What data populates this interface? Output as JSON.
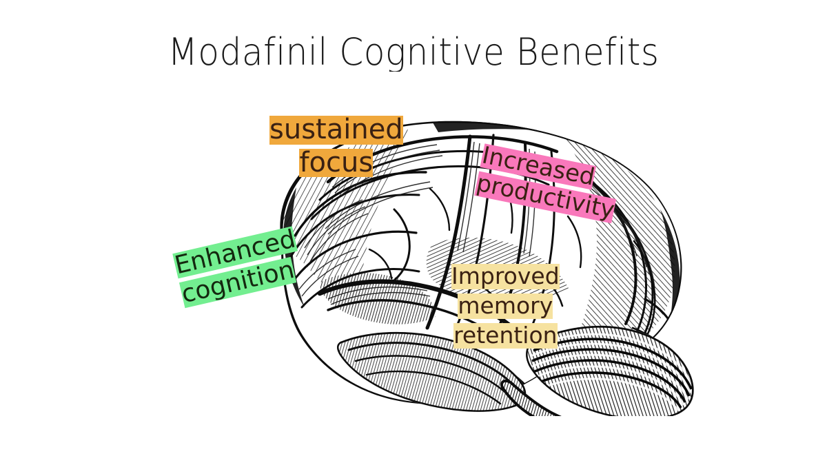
{
  "page": {
    "title": "Modafinil Cognitive Benefits",
    "background_color": "#ffffff",
    "title_color": "#1b1b1b"
  },
  "illustration": {
    "name": "vintage-engraved-human-brain-lateral-view",
    "ink_color": "#101010",
    "paper_color": "#ffffff"
  },
  "labels": {
    "focus": {
      "line1": "sustained",
      "line2": "focus",
      "highlight_color": "#f0a83c",
      "text_color": "#3a2113"
    },
    "productivity": {
      "line1": "Increased",
      "line2": "productivity",
      "highlight_color": "#f978bb",
      "text_color": "#3a2113"
    },
    "cognition": {
      "line1": "Enhanced",
      "line2": "cognition",
      "highlight_color": "#73ee90",
      "text_color": "#14280f"
    },
    "memory": {
      "line1": "Improved",
      "line2": "memory",
      "line3": "retention",
      "highlight_color": "#f6e2a0",
      "text_color": "#3a2113"
    }
  }
}
